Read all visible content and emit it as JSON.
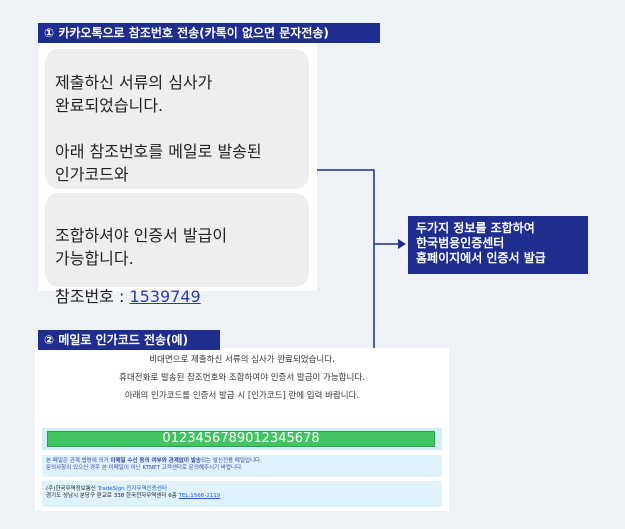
{
  "kakao": {
    "tag_label": "① 카카오톡으로 참조번호 전송(카톡이 없으면 문자전송)",
    "bubble1_text": "제출하신 서류의 심사가\n완료되었습니다.\n\n아래 참조번호를 메일로 발송된\n인가코드와",
    "bubble2_text": "조합하셔야 인증서 발급이\n가능합니다.",
    "ref_label": "참조번호 : ",
    "ref_number": "1539749"
  },
  "info_box": {
    "lines": [
      "두가지 정보를 조합하여",
      "한국범용인증센터",
      "홈페이지에서 인증서 발급"
    ]
  },
  "email": {
    "tag_label": "② 메일로 인가코드 전송(예)",
    "lines": [
      "비대면으로 제출하신 서류의 심사가 완료되었습니다.",
      "휴대전화로 발송된 참조번호와 조합하여야 인증서 발급이 가능합니다.",
      "아래의 인가코드를 인증서 발급 시 [인가코드] 란에 입력 바랍니다."
    ],
    "auth_code": "012345678901234567​8",
    "notice_prefix": "본 메일은 관계 법령에 의거 ",
    "notice_bold": "이메일 수신 동의 여부와 관계없이 발송",
    "notice_suffix": "되는 발신전용 메일입니다.",
    "notice_line2": "문의사항이 있으신 경우 본 이메일이 아닌 KTNET 고객센터로 문의해주시기 바랍니다.",
    "footer_company": "(주)한국무역정보통신 ",
    "footer_brand": "TradeSign 전자무역인증센터",
    "footer_address": "경기도 성남시 분당구 판교로 338 한국전자무역센터 6층 ",
    "footer_tel": "TEL:1566-2119"
  },
  "colors": {
    "tag_bg": "#1f2d8f",
    "connector": "#1f2d8f",
    "code_green": "#43c463"
  }
}
